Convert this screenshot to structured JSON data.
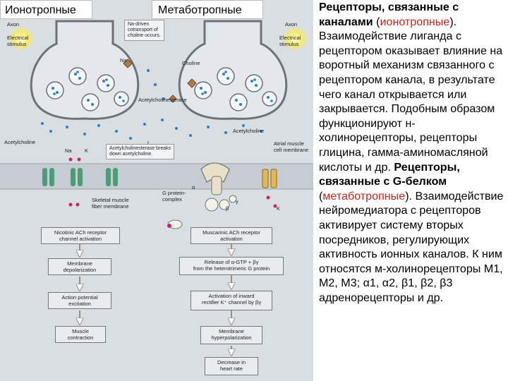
{
  "captions": {
    "left": "Ионотропные",
    "right": "Метаботропные"
  },
  "diagram": {
    "left": {
      "axon": "Axon",
      "electrical_stimulus": "Electrical\nstimulus",
      "acetylcholine": "Acetylcholine",
      "ions_na": "Na",
      "ions_k": "K",
      "skeletal_membrane": "Skeletal muscle\nfiber membrane",
      "flow": [
        "Nicotinic ACh receptor\nchannel activation",
        "Membrane\ndepolarization",
        "Action potential\nexcitation",
        "Muscle\ncontraction"
      ]
    },
    "right": {
      "axon": "Axon",
      "electrical_stimulus": "Electrical\nstimulus",
      "choline": "Choline",
      "cotransport_note": "Na-driven\ncotransport of\ncholine occurs.",
      "acetylcholinesterase": "Acetylcholinesterase",
      "acetylcholine": "Acetylcholine",
      "ache_note": "Acetylcholinesterase breaks\ndown acetylcholine.",
      "atrial_membrane": "Atrial muscle\ncell membrane",
      "g_protein": "G protein-\ncomplex",
      "alpha": "α",
      "beta": "β",
      "gamma": "γ",
      "k_ion": "K",
      "na_ion": "Na",
      "flow": [
        "Muscarinic ACh receptor\nactivation",
        "Release of α-GTP + βγ\nfrom the heterotrimeric G protein",
        "Activation of inward\nrectifier K⁺ channel by βγ",
        "Membrane\nhyperpolarization",
        "Decrease in\nheart rate"
      ]
    }
  },
  "text": {
    "p1_bold": "Рецепторы, связанные с каналами",
    "p1_open": " (",
    "p1_red": "ионотропные",
    "p1_close": ").",
    "p1_body": " Взаимодействие лиганда с рецептором оказывает влияние на воротный механизм связанного с рецептором канала, в результате чего канал открывается или закрывается. Подобным образом функционируют н-холинорецепторы, рецепторы глицина, гамма-аминомасляной кислоты и др.",
    "p2_bold": "Рецепторы, связанные с G-белком",
    "p2_open": " (",
    "p2_red": "метаботропные",
    "p2_close": ").",
    "p2_body": " Взаимодействие нейромедиатора с рецепторов активирует систему вторых посредников, регулирующих активность ионных каналов. К ним относятся м-холинорецепторы М1, М2, М3; α1, α2, β1, β2, β3 адренорецепторы и др."
  },
  "colors": {
    "background": "#d9dee2",
    "neuron_fill": "#e4e8ec",
    "neuron_stroke": "#6b7378",
    "vesicle_blue": "#2e7fc4",
    "membrane": "#b9c0c6",
    "receptor_green": "#4f9a7a",
    "ion_red": "#d0206a",
    "flow_box": "#e8ecef",
    "accent_red": "#c0281f",
    "spark_yellow": "#f4e96a"
  }
}
